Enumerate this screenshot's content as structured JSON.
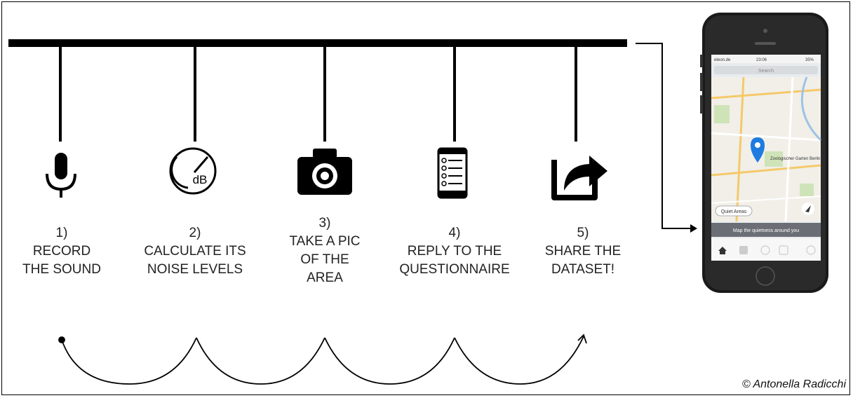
{
  "steps": [
    {
      "number": "1)",
      "lines": [
        "RECORD",
        "THE SOUND"
      ],
      "icon": "microphone-icon"
    },
    {
      "number": "2)",
      "lines": [
        "CALCULATE ITS",
        "NOISE LEVELS"
      ],
      "icon": "decibel-meter-icon",
      "icon_text": "dB"
    },
    {
      "number": "3)",
      "lines": [
        "TAKE A PIC",
        "OF THE",
        "AREA"
      ],
      "icon": "camera-icon"
    },
    {
      "number": "4)",
      "lines": [
        "REPLY TO THE",
        "QUESTIONNAIRE"
      ],
      "icon": "questionnaire-icon"
    },
    {
      "number": "5)",
      "lines": [
        "SHARE THE",
        "DATASET!"
      ],
      "icon": "share-icon"
    }
  ],
  "phone": {
    "status_carrier": "eteon.de",
    "status_time": "23:06",
    "status_battery": "35%",
    "search_placeholder": "Search",
    "map_place": "Zoologischer Garten Berlin",
    "quiet_areas_button": "Quiet Areas",
    "banner": "Map the quietness around you",
    "tab_icons": [
      "home-icon",
      "inbox-icon",
      "info-icon",
      "edit-icon",
      "settings-icon"
    ]
  },
  "credit": "© Antonella Radicchi",
  "colors": {
    "line": "#000000",
    "text": "#222222",
    "map_green": "#cfe3b8",
    "pin": "#1e7be0"
  }
}
